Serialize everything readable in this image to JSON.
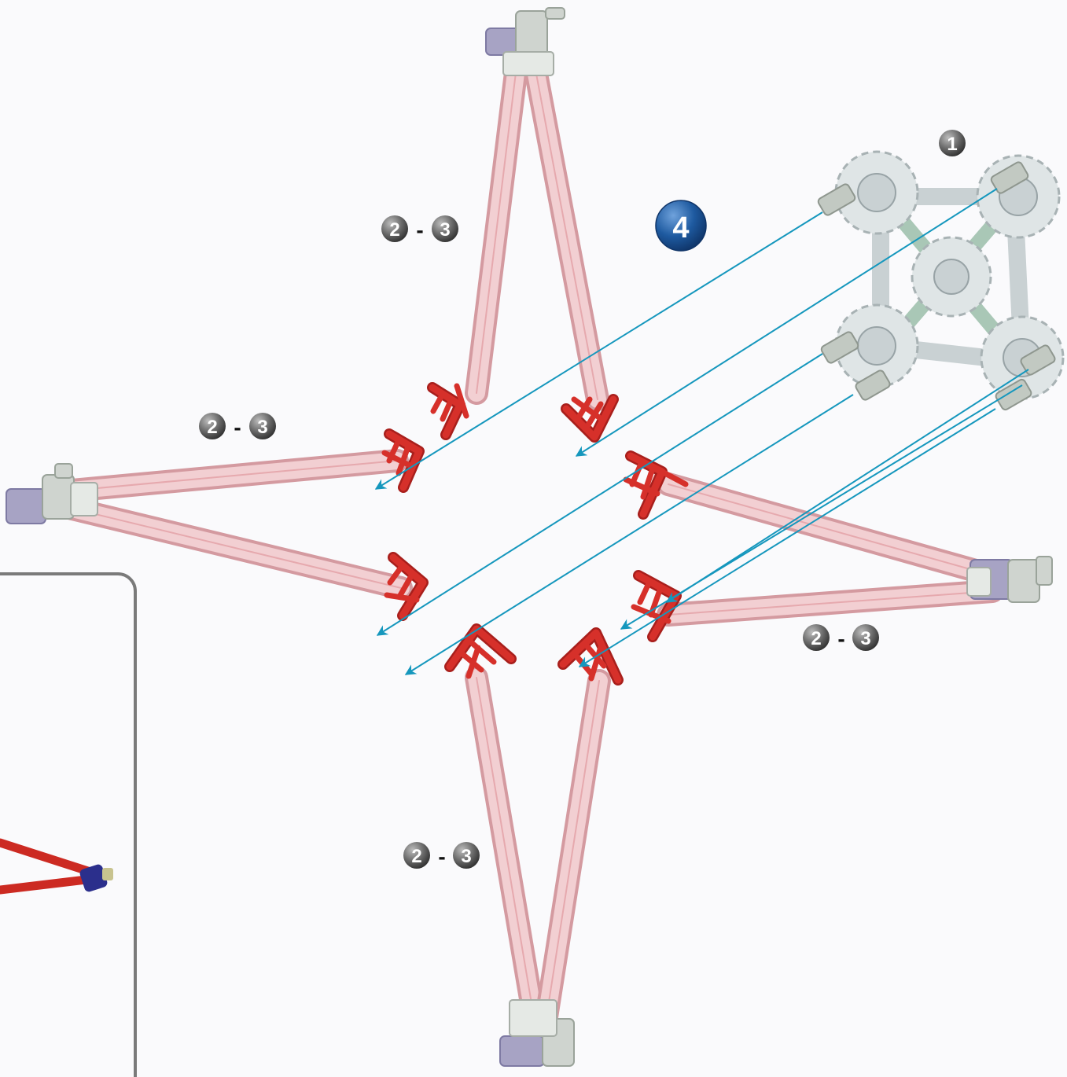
{
  "step": {
    "number": "4"
  },
  "sub_step": {
    "number": "1"
  },
  "range_labels": [
    {
      "from": "2",
      "sep": "-",
      "to": "3"
    },
    {
      "from": "2",
      "sep": "-",
      "to": "3"
    },
    {
      "from": "2",
      "sep": "-",
      "to": "3"
    },
    {
      "from": "2",
      "sep": "-",
      "to": "3"
    }
  ],
  "colors": {
    "background": "#fafafc",
    "rod_fill": "#f2cfd2",
    "rod_edge": "#d49aa0",
    "connector_red": "#d6302a",
    "connector_dark": "#a81f1c",
    "hub_grey": "#c9d1d3",
    "hub_green": "#a9c7b6",
    "arrow_blue": "#1597bd",
    "end_cap": "#a7a3c4",
    "step_badge": "#1e5aa0",
    "grey_badge": "#5e5e5e",
    "inset_border": "#7a7a7a",
    "inset_rod": "#cc2a22",
    "inset_cap": "#2b2f8c"
  }
}
